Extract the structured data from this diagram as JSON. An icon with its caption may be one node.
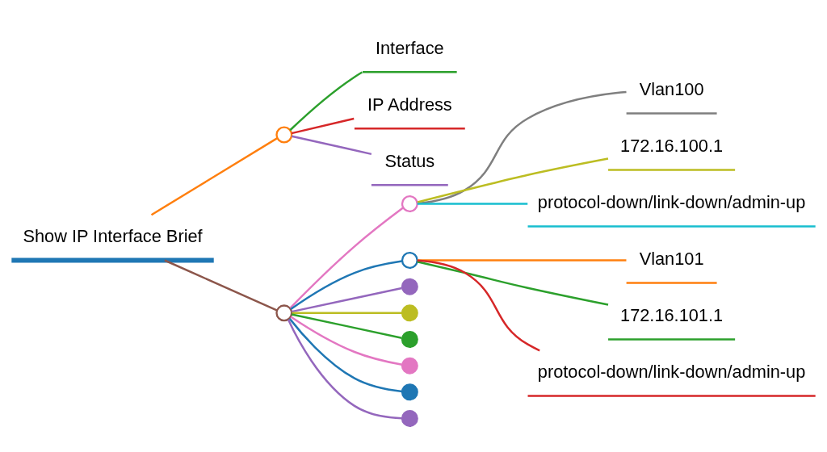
{
  "diagram": {
    "nodes": [
      {
        "text": [
          "Show IP Interface Brief"
        ]
      },
      {
        "text": [],
        "shape": "circle"
      },
      {
        "text": [
          "Interface"
        ]
      },
      {
        "text": [
          "IP Address"
        ]
      },
      {
        "text": [
          "Status"
        ]
      },
      {
        "text": [],
        "shape": "circle"
      },
      {
        "text": [],
        "shape": "circle"
      },
      {
        "text": [
          "Vlan100"
        ]
      },
      {
        "text": [
          "172.16.100.1"
        ]
      },
      {
        "text": [
          "protocol-down/link-down/admin-up"
        ]
      },
      {
        "text": [],
        "shape": "circle"
      },
      {
        "text": [
          "Vlan101"
        ]
      },
      {
        "text": [
          "172.16.101.1"
        ]
      },
      {
        "text": [
          "protocol-down/link-down/admin-up"
        ]
      },
      {
        "text": [],
        "shape": "circle"
      },
      {
        "text": [],
        "shape": "circle"
      },
      {
        "text": [],
        "shape": "circle"
      },
      {
        "text": [],
        "shape": "circle"
      },
      {
        "text": [],
        "shape": "circle"
      },
      {
        "text": [],
        "shape": "circle"
      }
    ],
    "edges": [
      {
        "from": 0,
        "to": 1,
        "arrow": "none",
        "color": "#ff7f0e"
      },
      {
        "from": 1,
        "to": 2,
        "arrow": "none",
        "color": "#2ca02c"
      },
      {
        "from": 1,
        "to": 3,
        "arrow": "none",
        "color": "#d62728"
      },
      {
        "from": 1,
        "to": 4,
        "arrow": "none",
        "color": "#9467bd"
      },
      {
        "from": 0,
        "to": 5,
        "arrow": "none",
        "color": "#8c564b"
      },
      {
        "from": 5,
        "to": 6,
        "arrow": "none",
        "color": "#e377c2"
      },
      {
        "from": 6,
        "to": 7,
        "arrow": "none",
        "color": "#7f7f7f"
      },
      {
        "from": 6,
        "to": 8,
        "arrow": "none",
        "color": "#bcbd22"
      },
      {
        "from": 6,
        "to": 9,
        "arrow": "none",
        "color": "#17becf"
      },
      {
        "from": 5,
        "to": 10,
        "arrow": "none",
        "color": "#1f77b4"
      },
      {
        "from": 10,
        "to": 11,
        "arrow": "none",
        "color": "#ff7f0e"
      },
      {
        "from": 10,
        "to": 12,
        "arrow": "none",
        "color": "#2ca02c"
      },
      {
        "from": 10,
        "to": 13,
        "arrow": "none",
        "color": "#d62728"
      },
      {
        "from": 5,
        "to": 14,
        "arrow": "none",
        "color": "#9467bd"
      },
      {
        "from": 5,
        "to": 15,
        "arrow": "none",
        "color": "#bcbd22"
      },
      {
        "from": 5,
        "to": 16,
        "arrow": "none",
        "color": "#2ca02c"
      },
      {
        "from": 5,
        "to": 17,
        "arrow": "none",
        "color": "#e377c2"
      },
      {
        "from": 5,
        "to": 18,
        "arrow": "none",
        "color": "#1f77b4"
      },
      {
        "from": 5,
        "to": 19,
        "arrow": "none",
        "color": "#9467bd"
      }
    ]
  }
}
